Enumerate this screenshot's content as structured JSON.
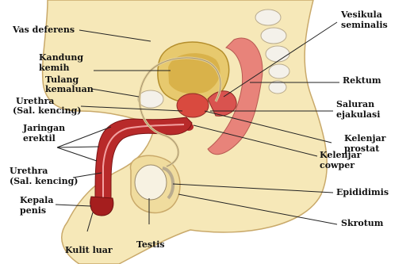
{
  "labels": {
    "vas_deferens": "Vas deferens",
    "kandung_kemih_1": "Kandung",
    "kandung_kemih_2": "kemih",
    "tulang_kemaluan_1": "Tulang",
    "tulang_kemaluan_2": "kemaluan",
    "urethra_top_1": "Urethra",
    "urethra_top_2": "(Sal. kencing)",
    "jaringan_erektil_1": "Jaringan",
    "jaringan_erektil_2": "erektil",
    "urethra_bottom_1": "Urethra",
    "urethra_bottom_2": "(Sal. kencing)",
    "kepala_penis_1": "Kepala",
    "kepala_penis_2": "penis",
    "kulit_luar": "Kulit luar",
    "testis": "Testis",
    "vesikula_seminalis_1": "Vesikula",
    "vesikula_seminalis_2": "seminalis",
    "rektum": "Rektum",
    "saluran_ejakulasi_1": "Saluran",
    "saluran_ejakulasi_2": "ejakulasi",
    "kelenjar_prostat_1": "Kelenjar",
    "kelenjar_prostat_2": "prostat",
    "kelenjar_cowper_1": "Kelenjar",
    "kelenjar_cowper_2": "cowper",
    "epididimis": "Epididimis",
    "skrotum": "Skrotum"
  },
  "colors": {
    "skin": "#f6e8b8",
    "skin_outline": "#c9a96a",
    "bladder": "#d9b24a",
    "rectum": "#e8837a",
    "erectile": "#b82a2a",
    "bone": "#f4f1ea",
    "line": "#222222"
  }
}
